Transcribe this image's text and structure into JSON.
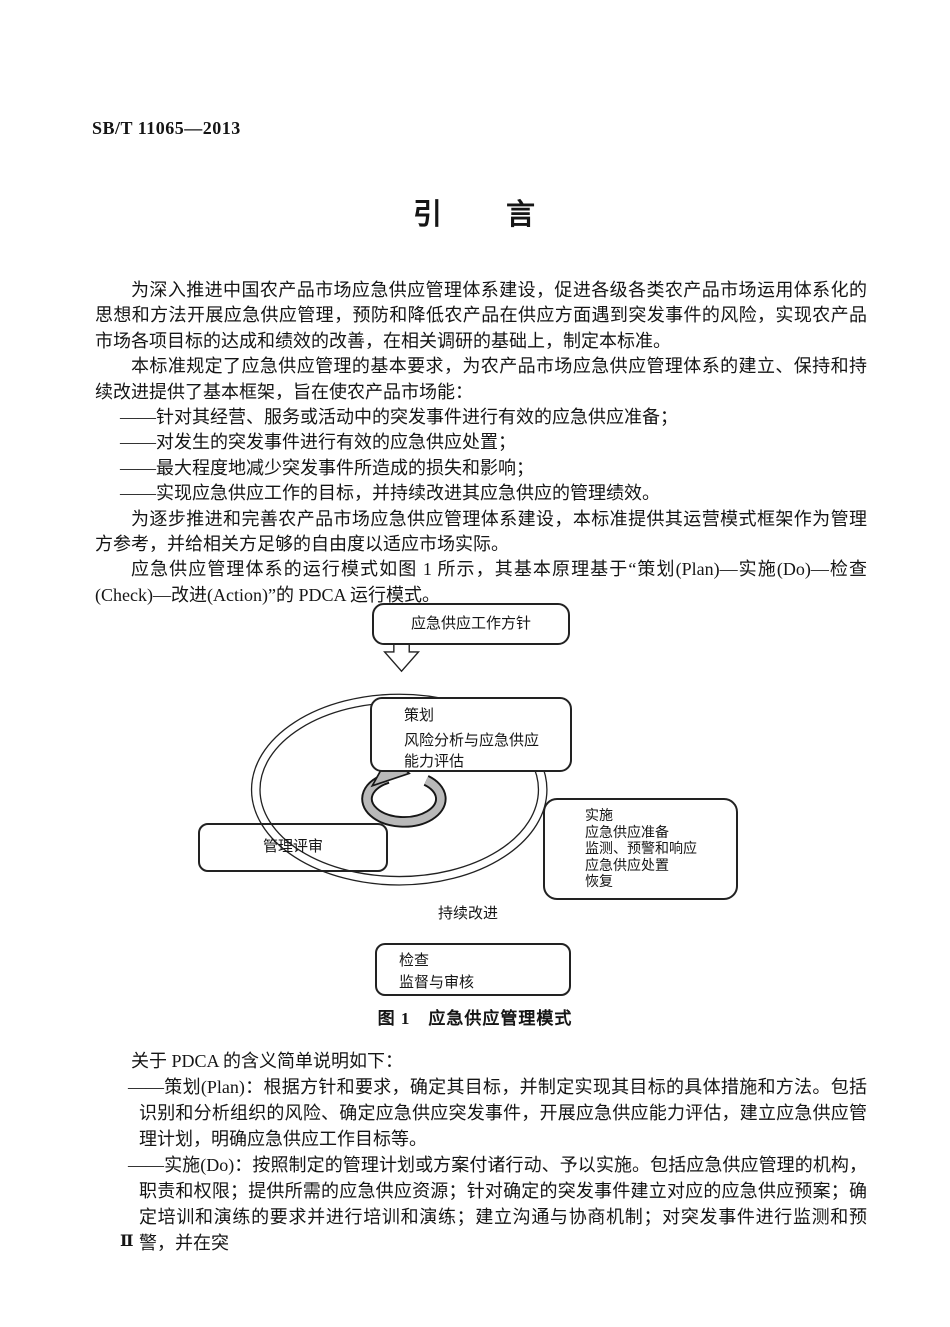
{
  "header": {
    "standard_code": "SB/T 11065—2013"
  },
  "title": "引　　言",
  "intro": {
    "p1": "为深入推进中国农产品市场应急供应管理体系建设，促进各级各类农产品市场运用体系化的思想和方法开展应急供应管理，预防和降低农产品在供应方面遇到突发事件的风险，实现农产品市场各项目标的达成和绩效的改善，在相关调研的基础上，制定本标准。",
    "p2": "本标准规定了应急供应管理的基本要求，为农产品市场应急供应管理体系的建立、保持和持续改进提供了基本框架，旨在使农产品市场能：",
    "goals": [
      "——针对其经营、服务或活动中的突发事件进行有效的应急供应准备；",
      "——对发生的突发事件进行有效的应急供应处置；",
      "——最大程度地减少突发事件所造成的损失和影响；",
      "——实现应急供应工作的目标，并持续改进其应急供应的管理绩效。"
    ],
    "p3": "为逐步推进和完善农产品市场应急供应管理体系建设，本标准提供其运营模式框架作为管理方参考，并给相关方足够的自由度以适应市场实际。",
    "p4": "应急供应管理体系的运行模式如图 1 所示，其基本原理基于“策划(Plan)—实施(Do)—检查(Check)—改进(Action)”的 PDCA 运行模式。"
  },
  "figure": {
    "caption": "图 1　应急供应管理模式",
    "policy_box": "应急供应工作方针",
    "plan": {
      "title": "策划",
      "line1": "风险分析与应急供应",
      "line2": "能力评估"
    },
    "do": {
      "title": "实施",
      "line1": "应急供应准备",
      "line2": "监测、预警和响应",
      "line3": "应急供应处置",
      "line4": "恢复"
    },
    "check": {
      "title": "检查",
      "line1": "监督与审核"
    },
    "review_box": "管理评审",
    "loop_label": "持续改进"
  },
  "pdca": {
    "lead": "关于 PDCA 的含义简单说明如下：",
    "items": [
      "——策划(Plan)：根据方针和要求，确定其目标，并制定实现其目标的具体措施和方法。包括识别和分析组织的风险、确定应急供应突发事件，开展应急供应能力评估，建立应急供应管理计划，明确应急供应工作目标等。",
      "——实施(Do)：按照制定的管理计划或方案付诸行动、予以实施。包括应急供应管理的机构，职责和权限；提供所需的应急供应资源；针对确定的突发事件建立对应的应急供应预案；确定培训和演练的要求并进行培训和演练；建立沟通与协商机制；对突发事件进行监测和预警，并在突"
    ]
  },
  "footer": {
    "page_number": "Ⅱ"
  }
}
